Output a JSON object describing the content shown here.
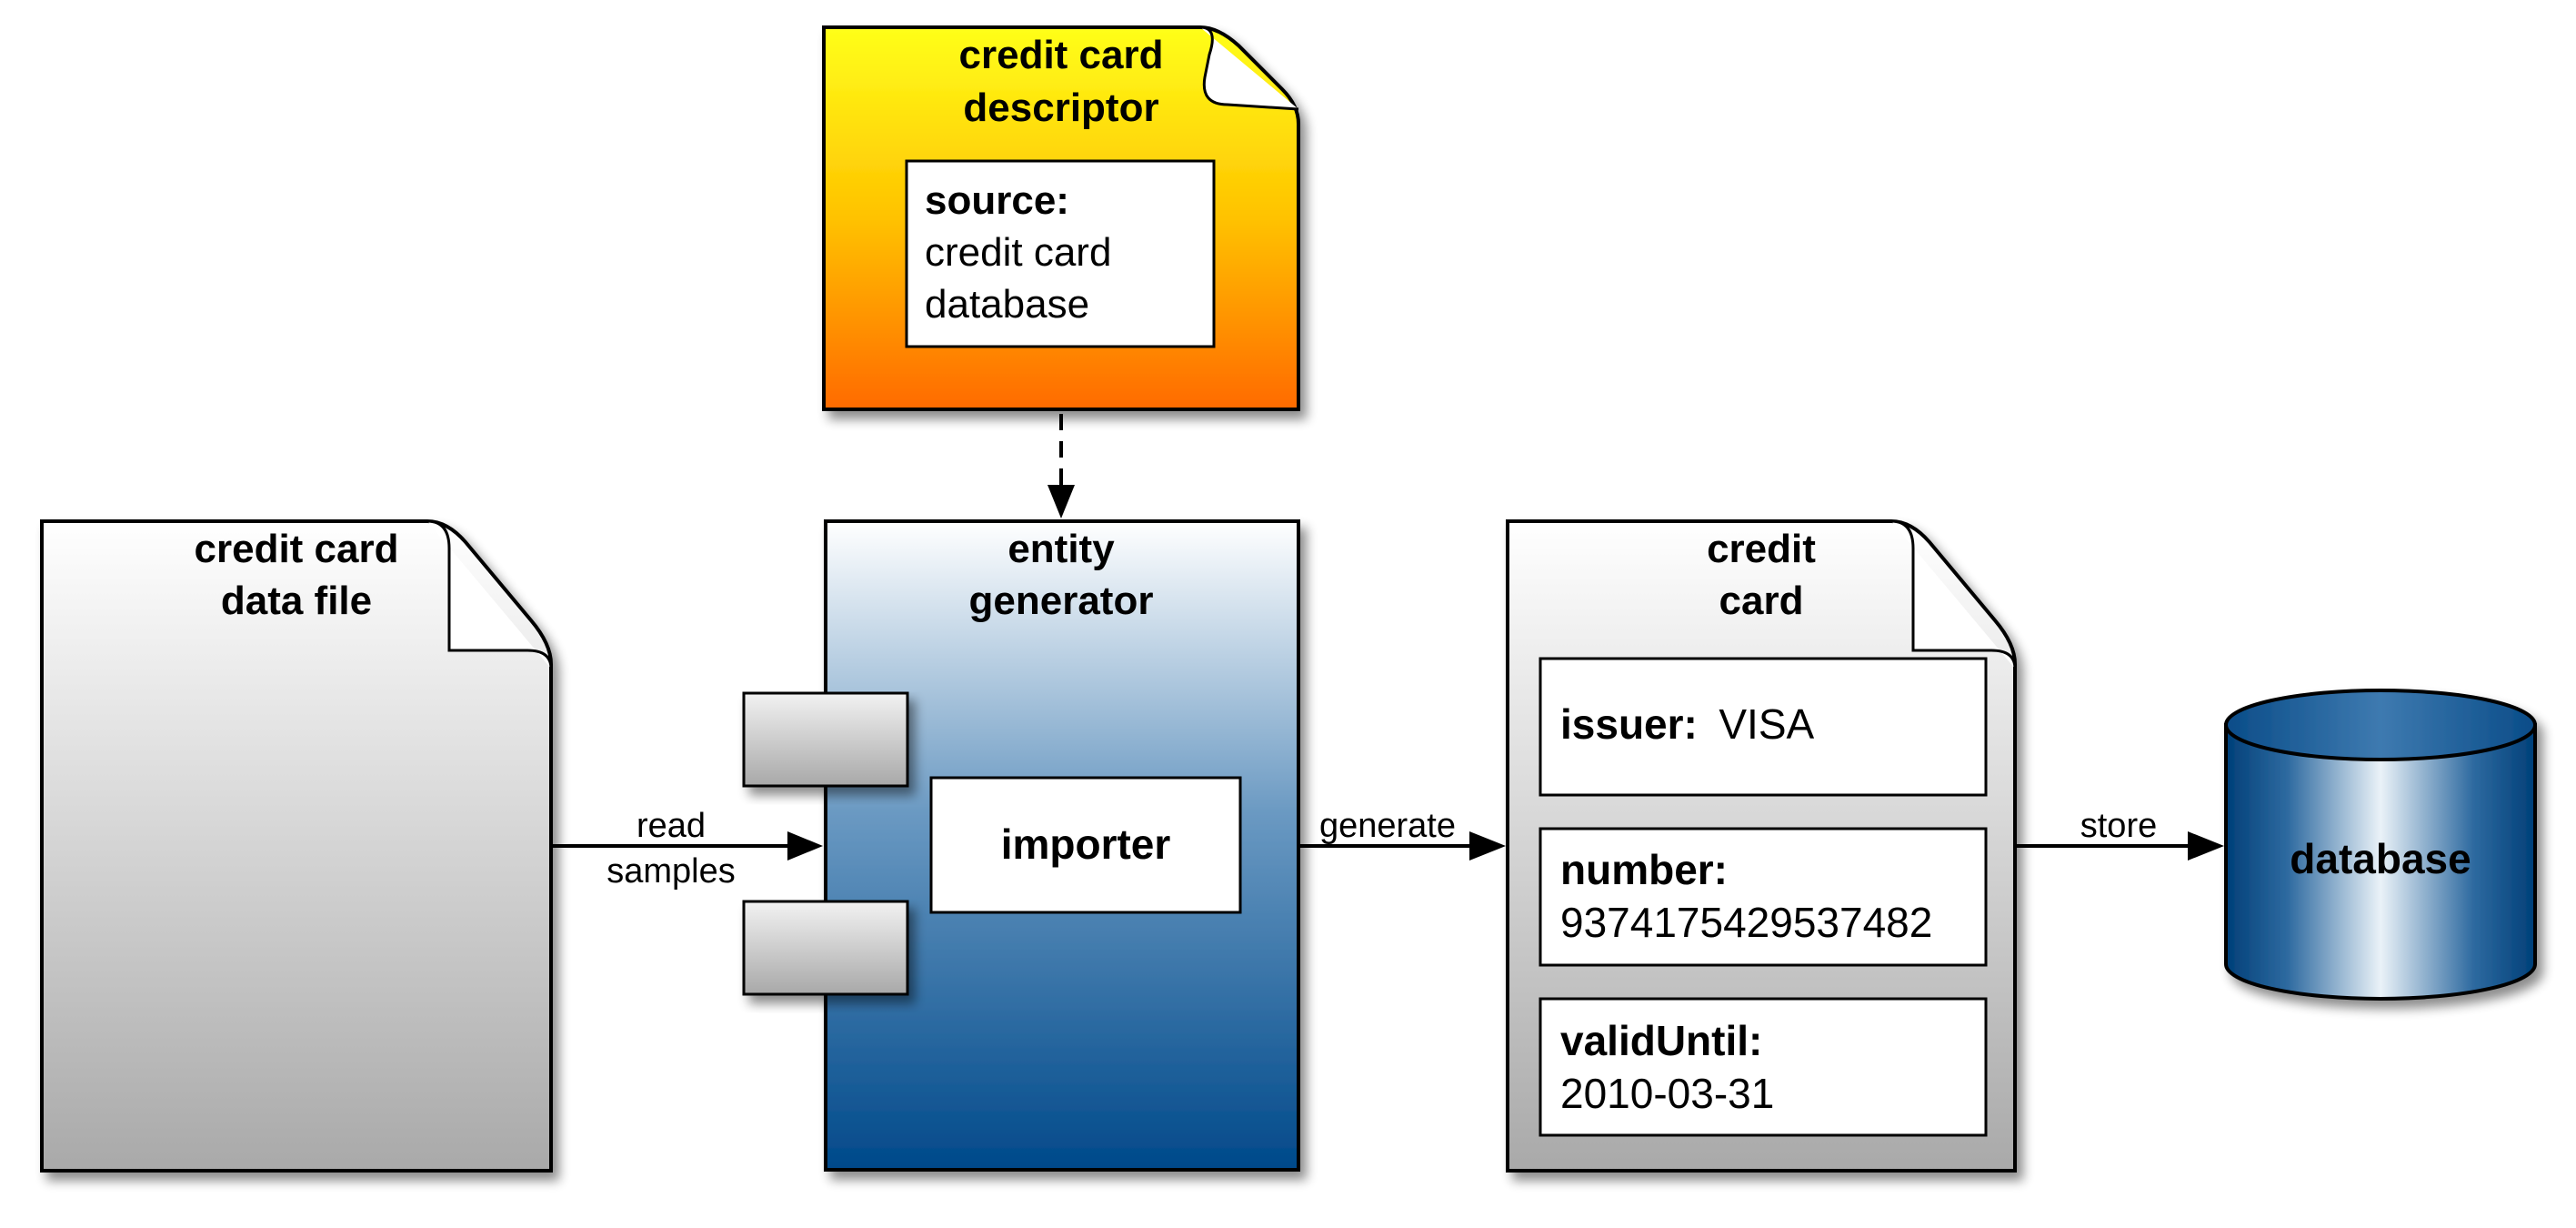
{
  "descriptor": {
    "title_line1": "credit card",
    "title_line2": "descriptor",
    "source_label": "source:",
    "source_value_line1": "credit card",
    "source_value_line2": "database"
  },
  "data_file": {
    "title_line1": "credit card",
    "title_line2": "data file"
  },
  "generator": {
    "title_line1": "entity",
    "title_line2": "generator",
    "importer_label": "importer"
  },
  "credit_card": {
    "title_line1": "credit",
    "title_line2": "card",
    "issuer_label": "issuer:",
    "issuer_value": "VISA",
    "number_label": "number:",
    "number_value": "9374175429537482",
    "valid_label": "validUntil:",
    "valid_value": "2010-03-31"
  },
  "database": {
    "label": "database"
  },
  "edges": {
    "read_line1": "read",
    "read_line2": "samples",
    "generate": "generate",
    "store": "store"
  },
  "colors": {
    "descriptor_top": "#ffff1a",
    "descriptor_mid": "#ffc200",
    "descriptor_bottom": "#ff6a00",
    "generator_top": "#ffffff",
    "generator_mid": "#6a99c2",
    "generator_bottom": "#00498a",
    "database_dark": "#004a87",
    "database_light": "#e8f0f7"
  }
}
